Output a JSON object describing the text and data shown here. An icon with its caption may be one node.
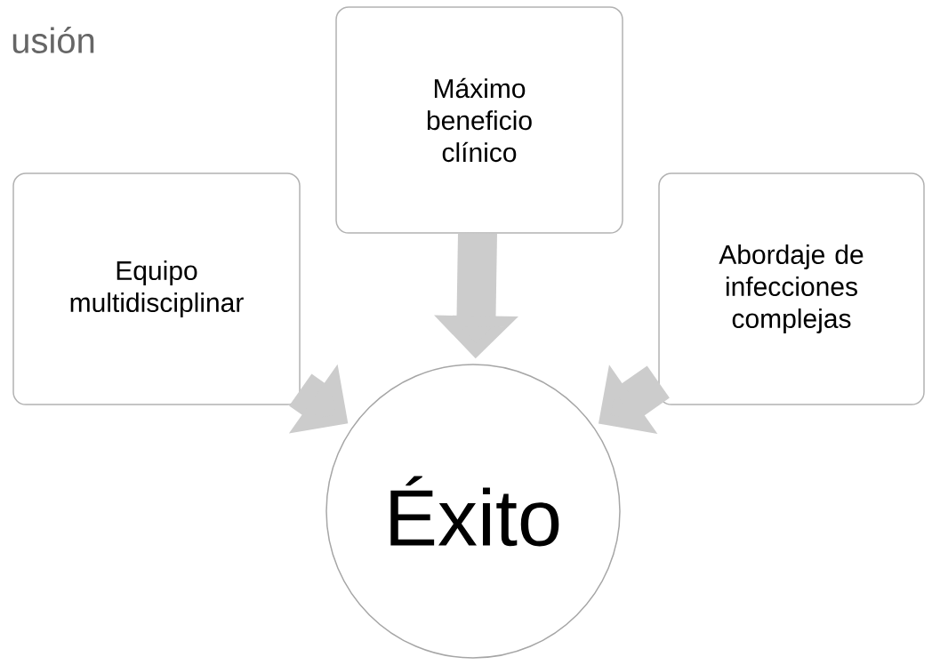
{
  "diagram": {
    "title": "usión",
    "nodes": [
      {
        "text": [
          "Equipo multidisciplinar"
        ]
      },
      {
        "text": [
          "Máximo beneficio clínico"
        ]
      },
      {
        "text": [
          "Abordaje de infecciones complejas"
        ]
      },
      {
        "text": [
          "Éxito"
        ]
      }
    ],
    "edges": [
      {
        "from": 0,
        "to": 3,
        "arrow": "to"
      },
      {
        "from": 1,
        "to": 3,
        "arrow": "to"
      },
      {
        "from": 2,
        "to": 3,
        "arrow": "to"
      }
    ]
  }
}
